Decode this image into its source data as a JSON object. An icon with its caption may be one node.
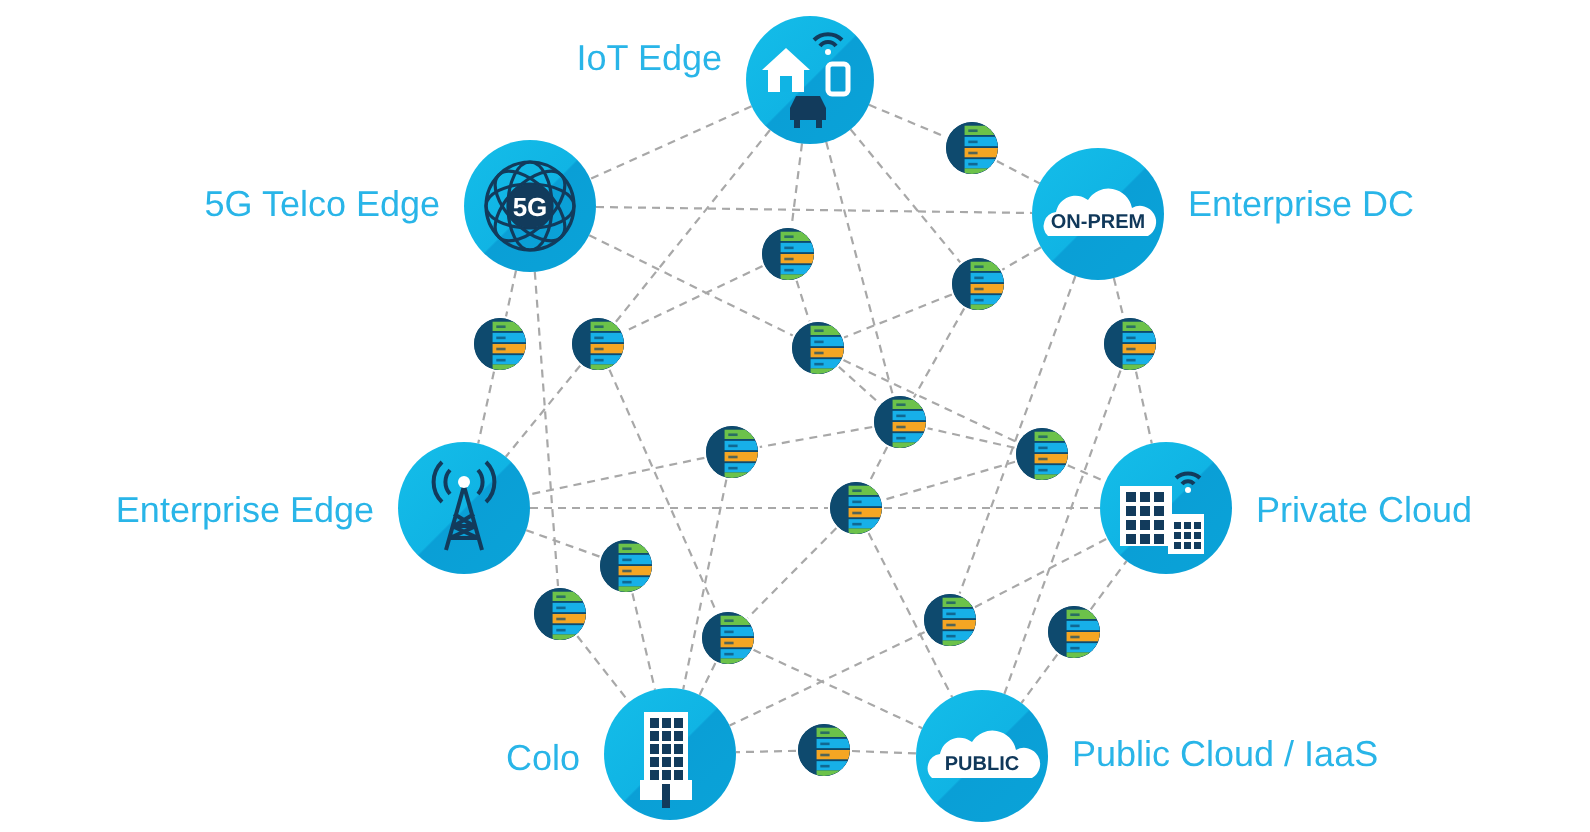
{
  "diagram": {
    "nodes": [
      {
        "text": [],
        "shape": "circle",
        "beside": [
          "IoT Edge"
        ]
      },
      {
        "text": [],
        "shape": "circle"
      },
      {
        "text": [
          "5G"
        ],
        "beside": [
          "5G Telco Edge"
        ]
      },
      {
        "text": [
          "ON-PREM"
        ],
        "beside": [
          "Enterprise DC"
        ]
      },
      {
        "text": [],
        "shape": "circle"
      },
      {
        "text": [],
        "shape": "circle"
      },
      {
        "text": [],
        "shape": "circle"
      },
      {
        "text": [],
        "shape": "circle"
      },
      {
        "text": [],
        "shape": "circle"
      },
      {
        "text": [],
        "shape": "circle"
      },
      {
        "text": [],
        "shape": "circle"
      },
      {
        "text": [],
        "shape": "circle"
      },
      {
        "text": [],
        "shape": "circle"
      },
      {
        "text": [],
        "shape": "circle",
        "beside": [
          "Enterprise Edge"
        ]
      },
      {
        "text": [],
        "shape": "circle"
      },
      {
        "text": [],
        "shape": "circle",
        "beside": [
          "Private Cloud"
        ]
      },
      {
        "text": [],
        "shape": "circle"
      },
      {
        "text": [],
        "shape": "circle"
      },
      {
        "text": [],
        "shape": "circle"
      },
      {
        "text": [],
        "shape": "circle"
      },
      {
        "text": [],
        "shape": "circle"
      },
      {
        "text": [],
        "shape": "circle",
        "beside": [
          "Colo"
        ]
      },
      {
        "text": [],
        "shape": "circle"
      },
      {
        "text": [
          "PUBLIC"
        ],
        "beside": [
          "Public Cloud / IaaS"
        ]
      }
    ],
    "edges": [
      {
        "from": 0,
        "to": 2,
        "arrow": "none"
      },
      {
        "from": 0,
        "to": 1,
        "arrow": "none"
      },
      {
        "from": 1,
        "to": 3,
        "arrow": "none"
      },
      {
        "from": 2,
        "to": 3,
        "arrow": "none"
      },
      {
        "from": 0,
        "to": 7,
        "arrow": "none"
      },
      {
        "from": 0,
        "to": 4,
        "arrow": "none"
      },
      {
        "from": 0,
        "to": 10,
        "arrow": "none"
      },
      {
        "from": 0,
        "to": 5,
        "arrow": "none"
      },
      {
        "from": 2,
        "to": 6,
        "arrow": "none"
      },
      {
        "from": 2,
        "to": 8,
        "arrow": "none"
      },
      {
        "from": 2,
        "to": 17,
        "arrow": "none"
      },
      {
        "from": 3,
        "to": 5,
        "arrow": "none"
      },
      {
        "from": 3,
        "to": 9,
        "arrow": "none"
      },
      {
        "from": 3,
        "to": 18,
        "arrow": "none"
      },
      {
        "from": 4,
        "to": 7,
        "arrow": "none"
      },
      {
        "from": 4,
        "to": 8,
        "arrow": "none"
      },
      {
        "from": 5,
        "to": 10,
        "arrow": "none"
      },
      {
        "from": 5,
        "to": 8,
        "arrow": "none"
      },
      {
        "from": 8,
        "to": 10,
        "arrow": "none"
      },
      {
        "from": 8,
        "to": 12,
        "arrow": "none"
      },
      {
        "from": 6,
        "to": 13,
        "arrow": "none"
      },
      {
        "from": 7,
        "to": 13,
        "arrow": "none"
      },
      {
        "from": 7,
        "to": 20,
        "arrow": "none"
      },
      {
        "from": 10,
        "to": 11,
        "arrow": "none"
      },
      {
        "from": 11,
        "to": 13,
        "arrow": "none"
      },
      {
        "from": 11,
        "to": 21,
        "arrow": "none"
      },
      {
        "from": 12,
        "to": 15,
        "arrow": "none"
      },
      {
        "from": 12,
        "to": 10,
        "arrow": "none"
      },
      {
        "from": 12,
        "to": 14,
        "arrow": "none"
      },
      {
        "from": 9,
        "to": 15,
        "arrow": "none"
      },
      {
        "from": 13,
        "to": 14,
        "arrow": "none"
      },
      {
        "from": 13,
        "to": 16,
        "arrow": "none"
      },
      {
        "from": 14,
        "to": 20,
        "arrow": "none"
      },
      {
        "from": 14,
        "to": 23,
        "arrow": "none"
      },
      {
        "from": 16,
        "to": 21,
        "arrow": "none"
      },
      {
        "from": 17,
        "to": 21,
        "arrow": "none"
      },
      {
        "from": 20,
        "to": 23,
        "arrow": "none"
      },
      {
        "from": 20,
        "to": 21,
        "arrow": "none"
      },
      {
        "from": 18,
        "to": 21,
        "arrow": "none"
      },
      {
        "from": 18,
        "to": 15,
        "arrow": "none"
      },
      {
        "from": 19,
        "to": 15,
        "arrow": "none"
      },
      {
        "from": 19,
        "to": 23,
        "arrow": "none"
      },
      {
        "from": 22,
        "to": 21,
        "arrow": "none"
      },
      {
        "from": 22,
        "to": 23,
        "arrow": "none"
      },
      {
        "from": 9,
        "to": 23,
        "arrow": "none"
      },
      {
        "from": 10,
        "to": 14,
        "arrow": "none"
      },
      {
        "from": 14,
        "to": 15,
        "arrow": "none"
      }
    ]
  }
}
